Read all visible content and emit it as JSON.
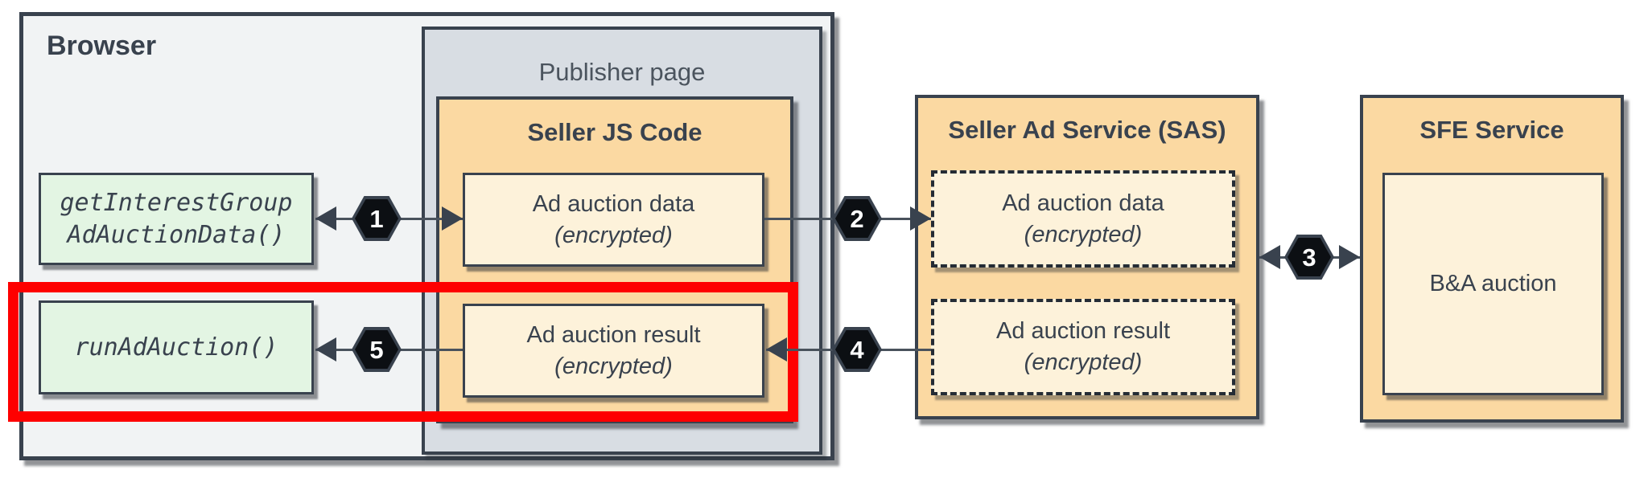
{
  "browser": {
    "title": "Browser"
  },
  "publisher": {
    "title": "Publisher page"
  },
  "seller_js": {
    "title": "Seller JS Code",
    "data_line1": "Ad auction data",
    "data_line2": "(encrypted)",
    "result_line1": "Ad auction result",
    "result_line2": "(encrypted)"
  },
  "apis": {
    "get_line1": "getInterestGroup",
    "get_line2": "AdAuctionData()",
    "run": "runAdAuction()"
  },
  "sas": {
    "title": "Seller Ad Service (SAS)",
    "data_line1": "Ad auction data",
    "data_line2": "(encrypted)",
    "result_line1": "Ad auction result",
    "result_line2": "(encrypted)"
  },
  "sfe": {
    "title": "SFE Service",
    "auction": "B&A auction"
  },
  "steps": {
    "1": "1",
    "2": "2",
    "3": "3",
    "4": "4",
    "5": "5"
  },
  "colors": {
    "browser_fill": "#f1f3f4",
    "publisher_fill": "#d8dde3",
    "service_fill": "#fbd9a2",
    "inner_fill": "#fdf2da",
    "api_fill": "#e3f5e3",
    "border": "#39424e",
    "highlight_red": "#fe0000",
    "badge_fill": "#0c0f13"
  }
}
